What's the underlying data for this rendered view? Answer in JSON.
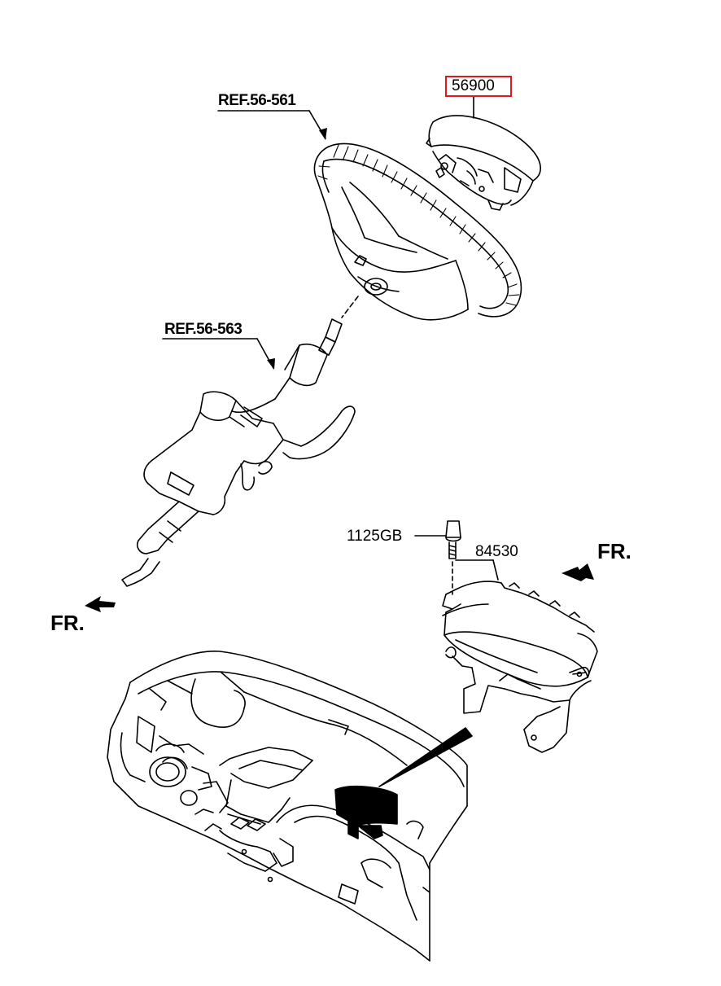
{
  "labels": {
    "ref_wheel": "REF.56-561",
    "ref_column": "REF.56-563",
    "part_driver_airbag": "56900",
    "part_bolt": "1125GB",
    "part_passenger_airbag": "84530",
    "fr_right": "FR.",
    "fr_left": "FR."
  },
  "colors": {
    "highlight": "#e0191f",
    "ink": "#000000"
  }
}
